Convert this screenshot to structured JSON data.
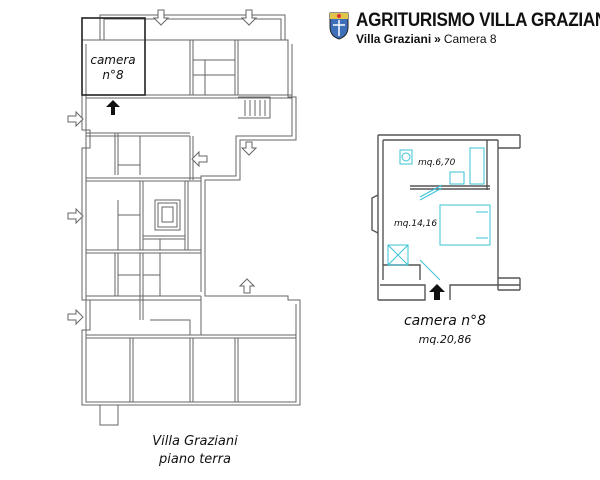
{
  "header": {
    "site_title": "AGRITURISMO VILLA GRAZIANI",
    "breadcrumb": {
      "parent": "Villa Graziani",
      "separator": "»",
      "current": "Camera 8"
    }
  },
  "plan": {
    "room_label_line1": "camera",
    "room_label_line2": "n°8",
    "caption_line1": "Villa Graziani",
    "caption_line2": "piano terra"
  },
  "detail": {
    "bath_area": "mq.6,70",
    "bedroom_area": "mq.14,16",
    "room_name": "camera n°8",
    "total_area": "mq.20,86"
  },
  "colors": {
    "wall": "#555555",
    "highlight": "#222222",
    "furniture": "#39c3d6",
    "text": "#111111"
  }
}
